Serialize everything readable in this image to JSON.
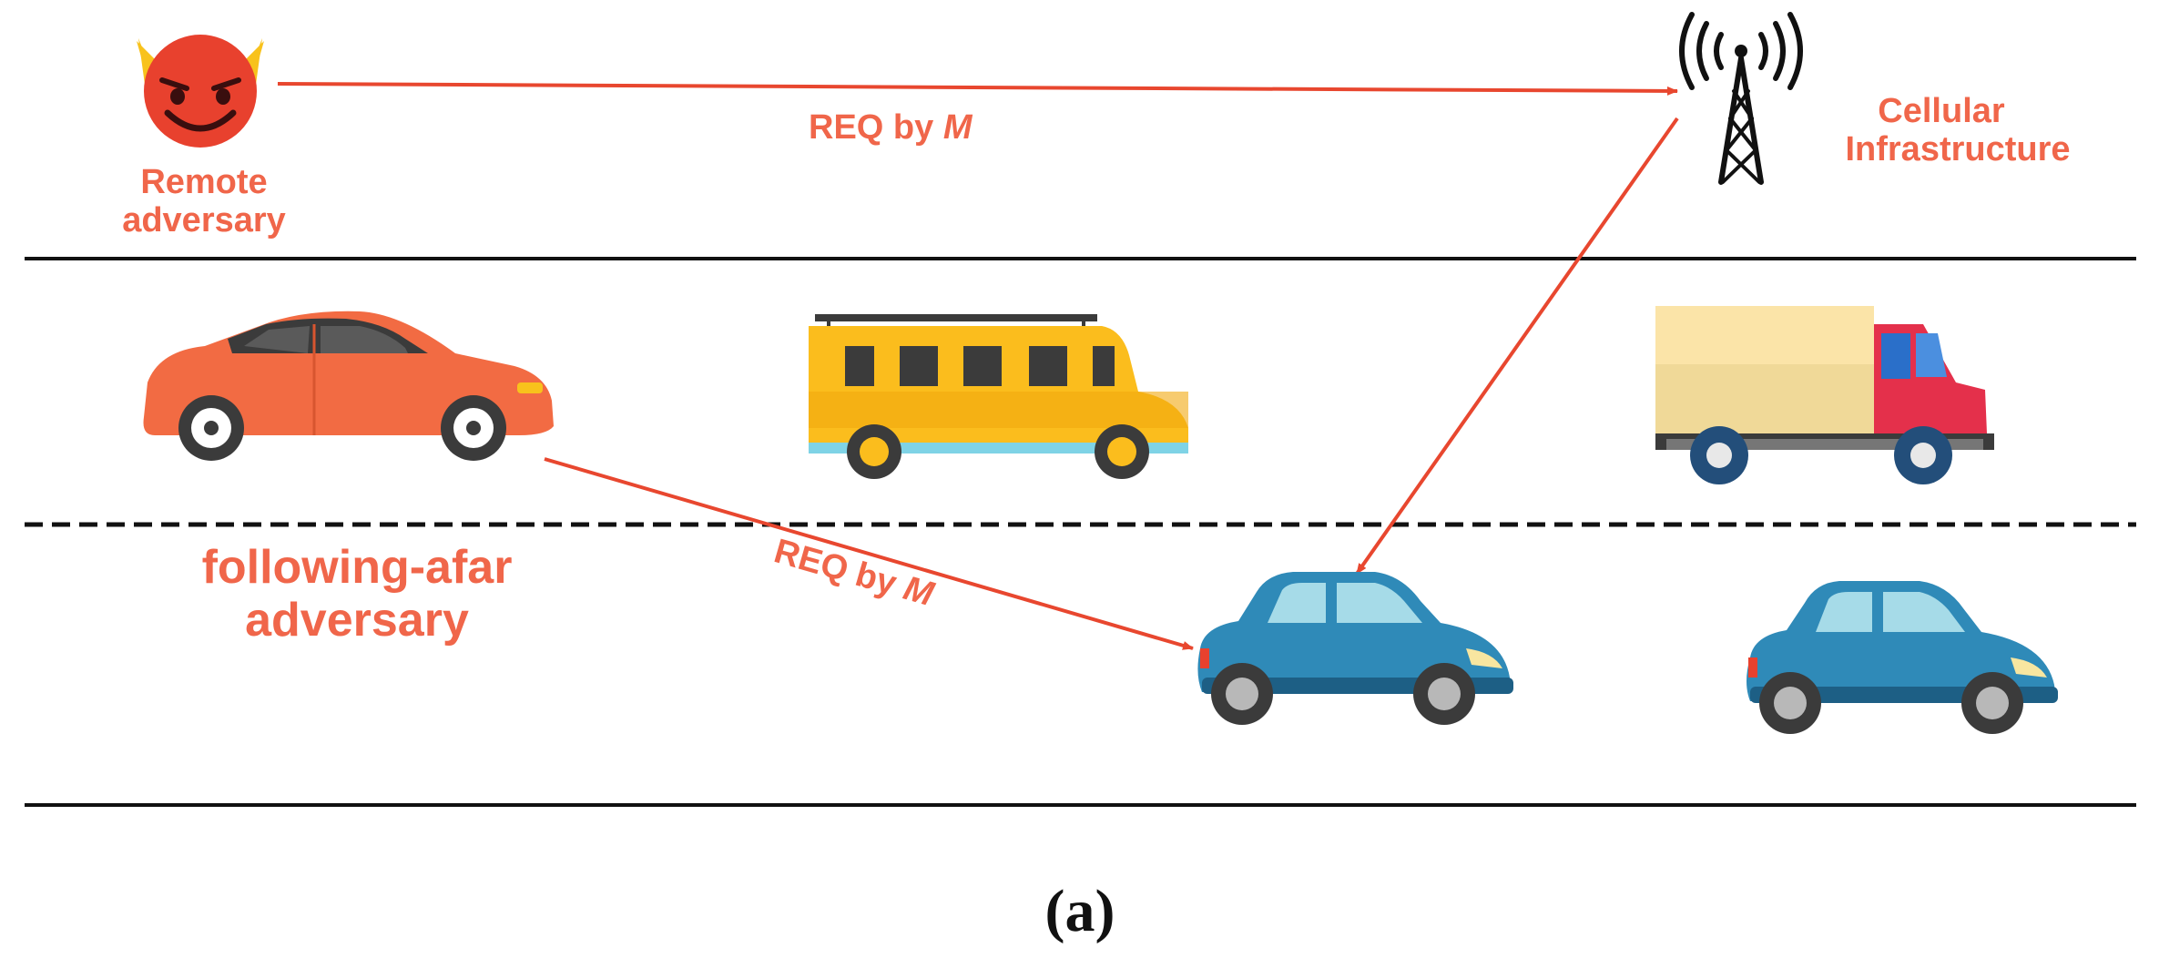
{
  "labels": {
    "remote_line1": "Remote",
    "remote_line2": "adversary",
    "cellular_line1": "Cellular",
    "cellular_line2": "Infrastructure",
    "follow_line1": "following-afar",
    "follow_line2": "adversary",
    "req_top_text": "REQ by ",
    "req_top_var": "M",
    "req_mid_text": "REQ by ",
    "req_mid_var": "M",
    "caption": "(a)"
  },
  "colors": {
    "accent": "#f0664a",
    "arrow": "#e8472f",
    "road": "#111111",
    "orange_car": "#f26b43",
    "bus": "#fbbd1d",
    "truck_cab": "#e4304b",
    "blue_car": "#2f8ab8"
  },
  "icons": {
    "adversary": "devil-emoji-icon",
    "tower": "cell-tower-icon"
  }
}
